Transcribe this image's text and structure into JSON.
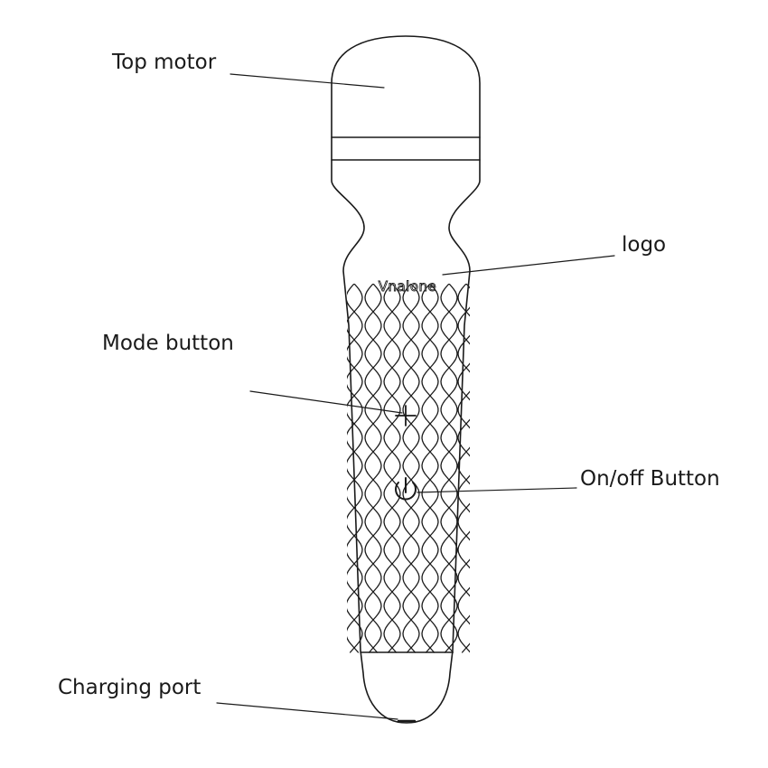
{
  "labels": {
    "top_motor": "Top motor",
    "logo": "logo",
    "mode_button": "Mode button",
    "on_off_button": "On/off Button",
    "charging_port": "Charging port"
  },
  "device": {
    "brand_logo": "Vnalone",
    "mode_button_icon": "plus-icon",
    "power_button_icon": "power-icon"
  },
  "colors": {
    "line": "#1a1a1a",
    "background": "#ffffff"
  }
}
